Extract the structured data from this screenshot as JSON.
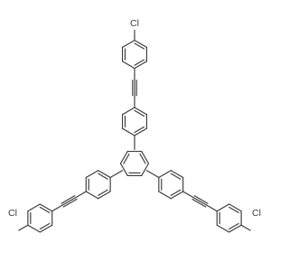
{
  "molecule": {
    "atom_labels": [
      {
        "id": "cl-top",
        "text": "Cl"
      },
      {
        "id": "cl-left",
        "text": "Cl"
      },
      {
        "id": "cl-right",
        "text": "Cl"
      }
    ],
    "colors": {
      "bond": "#3a3a3a",
      "label": "#3a3a3a",
      "background": "#ffffff"
    }
  }
}
